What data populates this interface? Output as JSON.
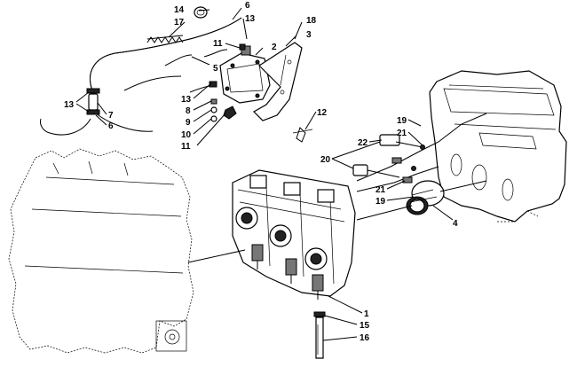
{
  "diagram": {
    "callouts": [
      "1",
      "2",
      "3",
      "4",
      "5",
      "6",
      "7",
      "8",
      "9",
      "10",
      "11",
      "12",
      "13",
      "14",
      "15",
      "16",
      "17",
      "18",
      "19",
      "20",
      "21",
      "22"
    ],
    "labels": {
      "l14": "14",
      "l17": "17",
      "l6a": "6",
      "l13a": "13",
      "l18": "18",
      "l3": "3",
      "l2": "2",
      "l11a": "11",
      "l5": "5",
      "l13b": "13",
      "l7": "7",
      "l6b": "6",
      "l13c": "13",
      "l8": "8",
      "l9": "9",
      "l10": "10",
      "l11b": "11",
      "l12": "12",
      "l19a": "19",
      "l21a": "21",
      "l22": "22",
      "l20": "20",
      "l21b": "21",
      "l19b": "19",
      "l4": "4",
      "l1": "1",
      "l15": "15",
      "l16": "16"
    }
  }
}
